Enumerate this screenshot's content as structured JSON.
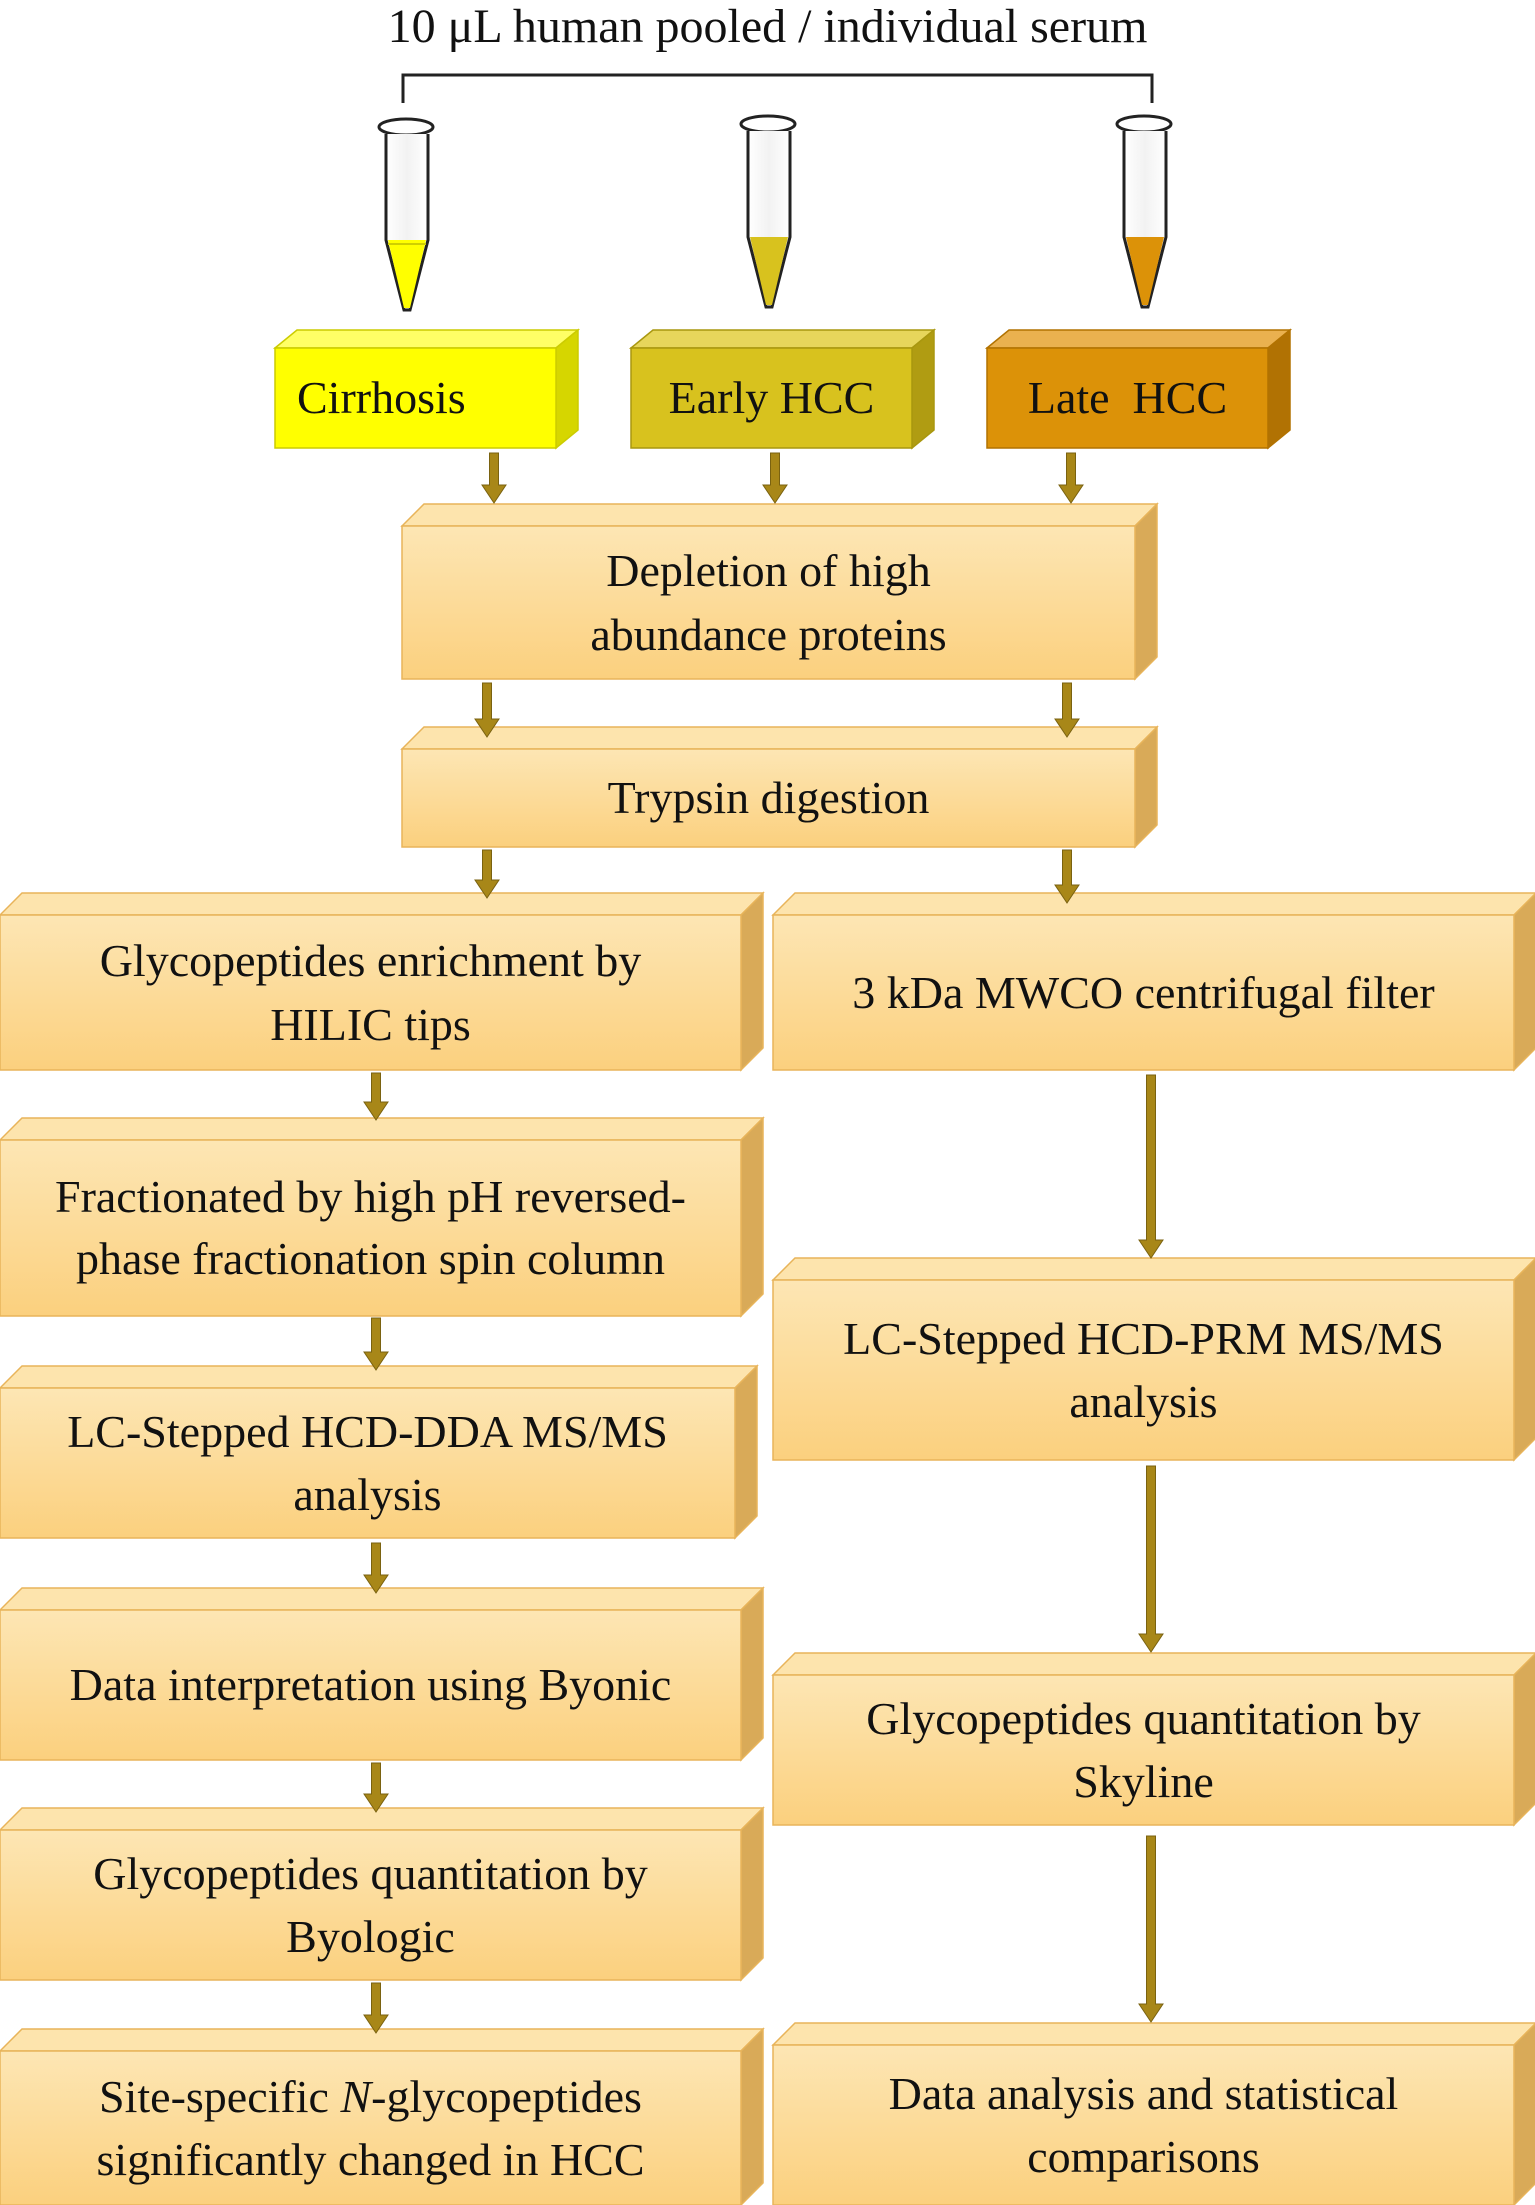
{
  "title": "10 μL human pooled / individual serum",
  "groups": [
    {
      "label": "Cirrhosis",
      "color": "#ffff00"
    },
    {
      "label": "Early HCC",
      "color": "#d8c21e"
    },
    {
      "label": "Late  HCC",
      "color": "#dc9208"
    }
  ],
  "shared_steps": [
    "Depletion of high abundance proteins",
    "Trypsin digestion"
  ],
  "left_branch": [
    "Glycopeptides enrichment by HILIC tips",
    "Fractionated by high pH reversed-phase fractionation spin column",
    "LC-Stepped HCD-DDA MS/MS analysis",
    "Data interpretation using Byonic",
    "Glycopeptides quantitation by Byologic",
    {
      "before": "Site-specific ",
      "italic": "N",
      "after": "-glycopeptides significantly changed in HCC"
    }
  ],
  "right_branch": [
    "3 kDa MWCO centrifugal filter",
    "LC-Stepped HCD-PRM MS/MS analysis",
    "Glycopeptides quantitation by Skyline",
    "Data analysis and statistical comparisons"
  ],
  "colors": {
    "step_fill": "#fcd58a",
    "step_top": "#fde4ad",
    "step_side": "#d9aa58",
    "arrow": "#a88718"
  }
}
